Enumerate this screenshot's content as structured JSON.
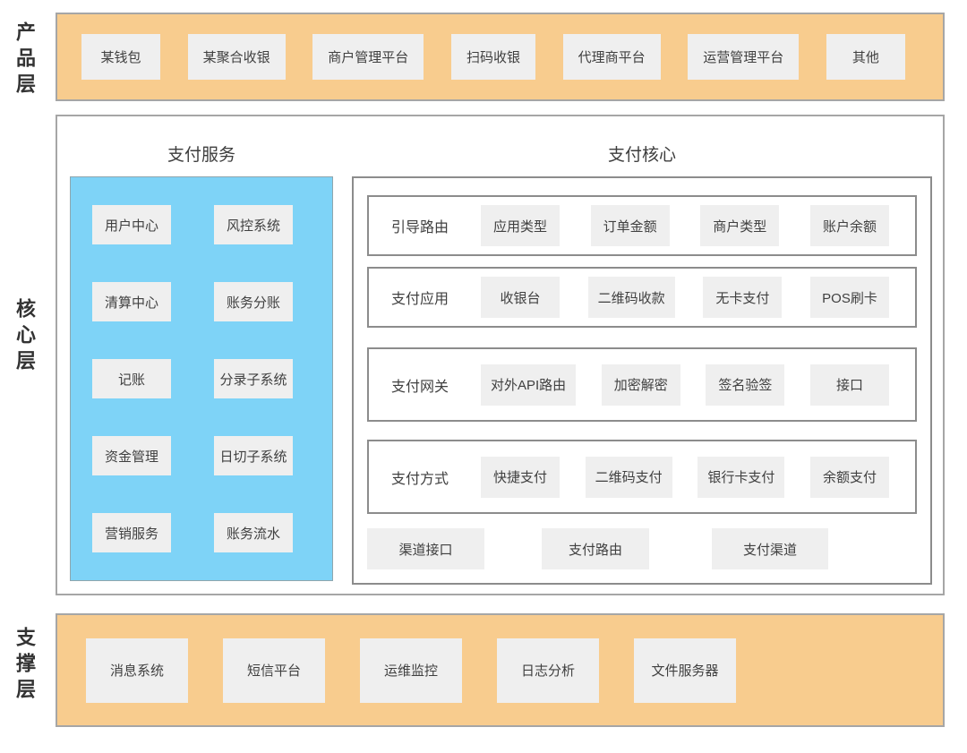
{
  "colors": {
    "band_fill": "#F8CC8E",
    "service_panel_fill": "#7ED3F7",
    "chip_fill": "#EFEFEF",
    "outer_border": "#A6A6A6",
    "inner_border": "#8C8C8C",
    "text": "#404040"
  },
  "layers": {
    "product": {
      "label": "产品层",
      "items": [
        "某钱包",
        "某聚合收银",
        "商户管理平台",
        "扫码收银",
        "代理商平台",
        "运营管理平台",
        "其他"
      ]
    },
    "core": {
      "label": "核心层",
      "payment_service": {
        "title": "支付服务",
        "items": [
          "用户中心",
          "风控系统",
          "清算中心",
          "账务分账",
          "记账",
          "分录子系统",
          "资金管理",
          "日切子系统",
          "营销服务",
          "账务流水"
        ]
      },
      "payment_core": {
        "title": "支付核心",
        "rows": [
          {
            "label": "引导路由",
            "items": [
              "应用类型",
              "订单金额",
              "商户类型",
              "账户余额"
            ]
          },
          {
            "label": "支付应用",
            "items": [
              "收银台",
              "二维码收款",
              "无卡支付",
              "POS刷卡"
            ]
          },
          {
            "label": "支付网关",
            "items": [
              "对外API路由",
              "加密解密",
              "签名验签",
              "接口"
            ]
          },
          {
            "label": "支付方式",
            "items": [
              "快捷支付",
              "二维码支付",
              "银行卡支付",
              "余额支付"
            ]
          }
        ],
        "bottom_items": [
          "渠道接口",
          "支付路由",
          "支付渠道"
        ]
      }
    },
    "support": {
      "label": "支撑层",
      "items": [
        "消息系统",
        "短信平台",
        "运维监控",
        "日志分析",
        "文件服务器"
      ]
    }
  }
}
